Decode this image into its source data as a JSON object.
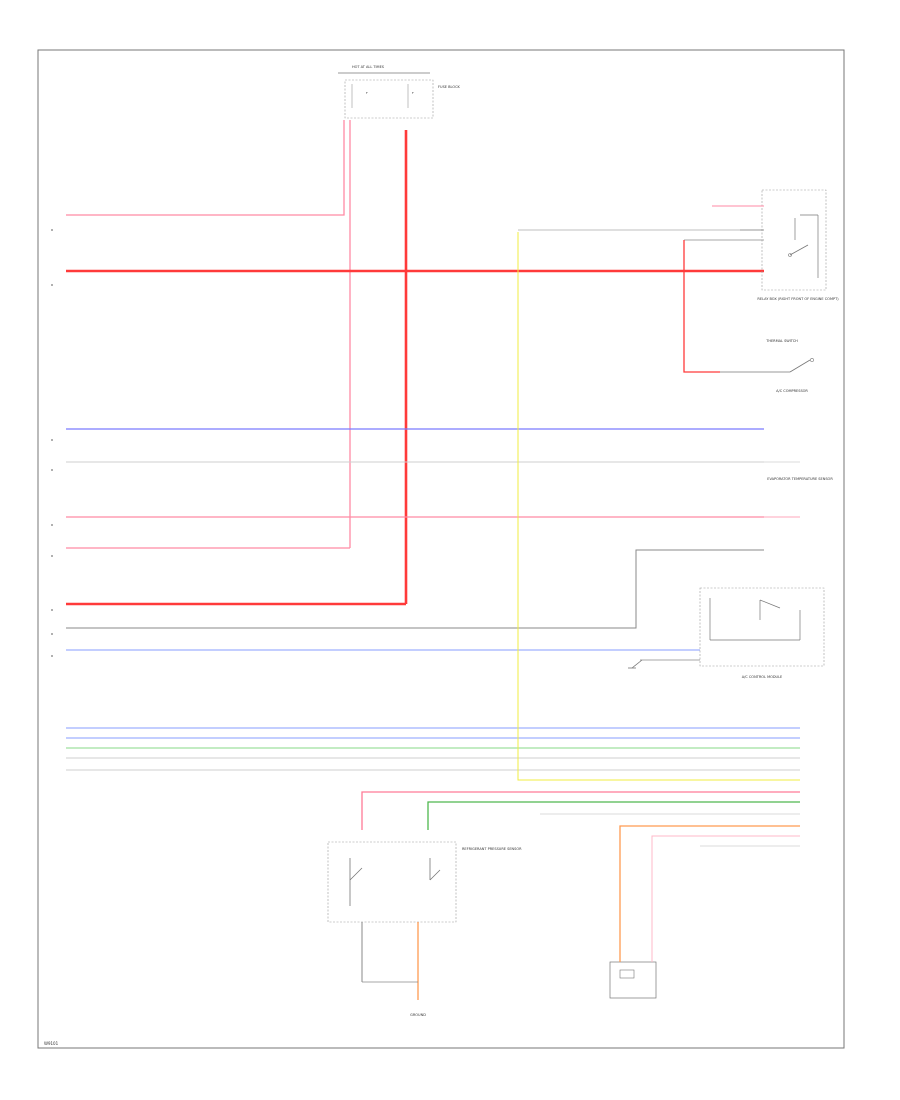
{
  "colors": {
    "red": "#ff3a3a",
    "pink": "#ff8aa4",
    "light_pink": "#ffb8c8",
    "blue": "#7a7aff",
    "light_blue": "#9fb0ff",
    "green": "#6ccf6c",
    "yellow": "#f2ee40",
    "orange": "#ff9a50",
    "gray": "#8a8a8a",
    "light_gray": "#cfcfcf",
    "frame": "#777777"
  },
  "labels": {
    "hot_at_all_times": "HOT AT ALL TIMES",
    "fuse_block_label": "FUSE BLOCK",
    "relay_box_label": "RELAY BOX (RIGHT FRONT OF ENGINE COMPT)",
    "thermal_switch_label": "THERMAL SWITCH",
    "ac_compressor_label": "A/C COMPRESSOR",
    "refrigerant_pressure_label": "REFRIGERANT PRESSURE SENSOR",
    "ac_control_label": "A/C CONTROL MODULE",
    "evaporator_temp_label": "EVAPORATOR TEMPERATURE SENSOR",
    "ground_label": "GROUND",
    "page_id": "W9101"
  },
  "icons": {
    "switch": "switch-icon",
    "ground": "ground-icon",
    "connector": "connector-icon"
  }
}
